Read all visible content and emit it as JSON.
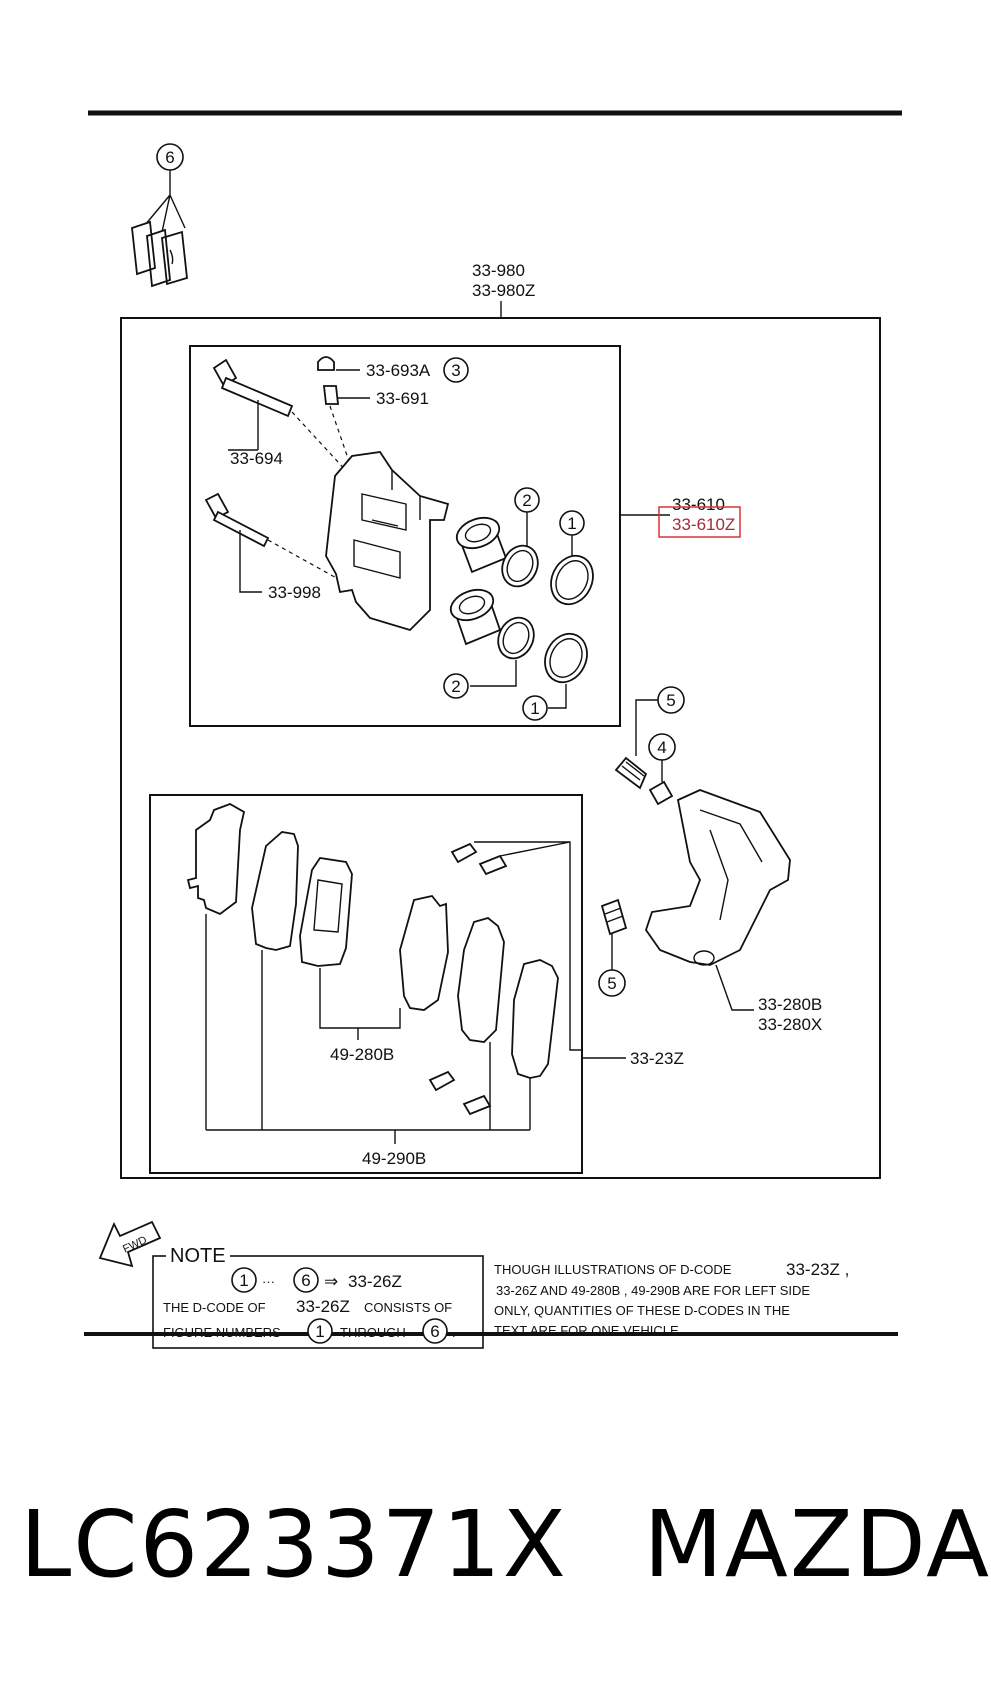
{
  "callouts": {
    "assembly_code_1": "33-980",
    "assembly_code_2": "33-980Z",
    "bleeder_cap": "33-693A",
    "bleeder_screw": "33-691",
    "guide_pin_upper": "33-694",
    "guide_pin_lower": "33-998",
    "caliper_body_1": "33-610",
    "caliper_body_2": "33-610Z",
    "mounting_bracket_1": "33-280B",
    "mounting_bracket_2": "33-280X",
    "hardware_kit": "33-23Z",
    "pad_set_inner": "49-280B",
    "pad_set_outer": "49-290B"
  },
  "reference_numbers": {
    "seal_kit": "6",
    "cap": "3",
    "piston_seal": "2",
    "dust_boot": "1",
    "boot_upper": "5",
    "bushing": "4",
    "boot_lower": "5"
  },
  "fwd_label": "FWD",
  "note": {
    "title": "NOTE",
    "range_start": "1",
    "range_dots": "···",
    "range_end": "6",
    "arrow": "⇒",
    "kit_code": "33-26Z",
    "line2_a": "THE D-CODE OF",
    "line2_b": "33-26Z",
    "line2_c": "CONSISTS OF",
    "line3_a": "FIGURE NUMBERS",
    "line3_b": "1",
    "line3_c": "THROUGH",
    "line3_d": "6",
    "line3_e": "."
  },
  "side_note": {
    "line1_a": "THOUGH ILLUSTRATIONS OF D-CODE",
    "line1_b": "33-23Z ,",
    "line2": "33-26Z AND 49-280B , 49-290B ARE FOR LEFT SIDE",
    "line3": "ONLY, QUANTITIES OF THESE D-CODES IN THE",
    "line4": "TEXT ARE FOR ONE VEHICLE."
  },
  "footer": {
    "part_number": "LC623371X",
    "brand": "MAZDA"
  },
  "highlight_color": "#e0303a"
}
